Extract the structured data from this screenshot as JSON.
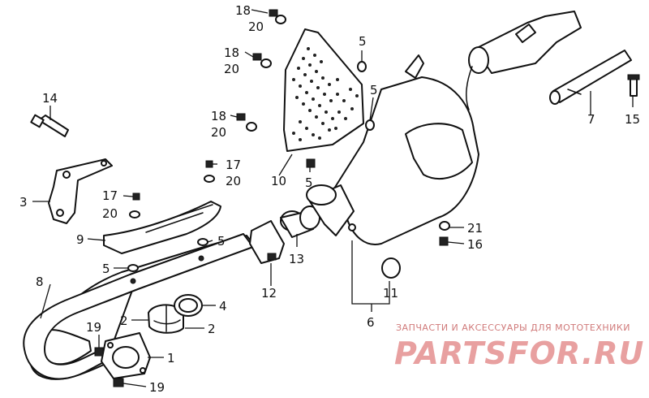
{
  "labels": {
    "n1": "1",
    "n2a": "2",
    "n2b": "2",
    "n3": "3",
    "n4": "4",
    "n5a": "5",
    "n5b": "5",
    "n5c": "5",
    "n5d": "5",
    "n5e": "5",
    "n6": "6",
    "n7": "7",
    "n8": "8",
    "n9": "9",
    "n10": "10",
    "n11": "11",
    "n12": "12",
    "n13": "13",
    "n14": "14",
    "n15": "15",
    "n16": "16",
    "n17a": "17",
    "n17b": "17",
    "n18a": "18",
    "n18b": "18",
    "n18c": "18",
    "n19a": "19",
    "n19b": "19",
    "n20a": "20",
    "n20b": "20",
    "n20c": "20",
    "n20d": "20",
    "n20e": "20",
    "n21": "21"
  },
  "watermark": {
    "subtitle": "ЗАПЧАСТИ И АКСЕССУАРЫ ДЛЯ МОТОТЕХНИКИ",
    "brand": "PARTSFOR.RU"
  }
}
